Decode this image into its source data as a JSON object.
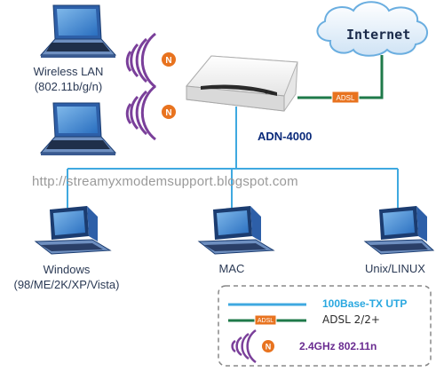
{
  "cloud": {
    "label": "Internet"
  },
  "link": {
    "adsl_tag": "ADSL"
  },
  "router": {
    "model": "ADN-4000"
  },
  "wireless": {
    "label_line1": "Wireless LAN",
    "label_line2": "(802.11b/g/n)",
    "badge": "N"
  },
  "watermark": "http://streamyxmodemsupport.blogspot.com",
  "clients": [
    {
      "label_line1": "Windows",
      "label_line2": "(98/ME/2K/XP/Vista)"
    },
    {
      "label_line1": "MAC"
    },
    {
      "label_line1": "Unix/LINUX"
    }
  ],
  "legend": {
    "items": [
      {
        "text": "100Base-TX UTP"
      },
      {
        "text": "ADSL 2/2+",
        "tag": "ADSL"
      },
      {
        "text": "2.4GHz 802.11n",
        "badge": "N"
      }
    ]
  },
  "colors": {
    "utp": "#3fa9e0",
    "adsl": "#1f7a4a",
    "wireless_arc": "#7a3f9a",
    "n_badge": "#e8731f",
    "adsl_tag": "#e8731f",
    "legend_border": "#888888",
    "utp_text": "#2aa8e0",
    "wifi_text": "#6a2c91"
  }
}
